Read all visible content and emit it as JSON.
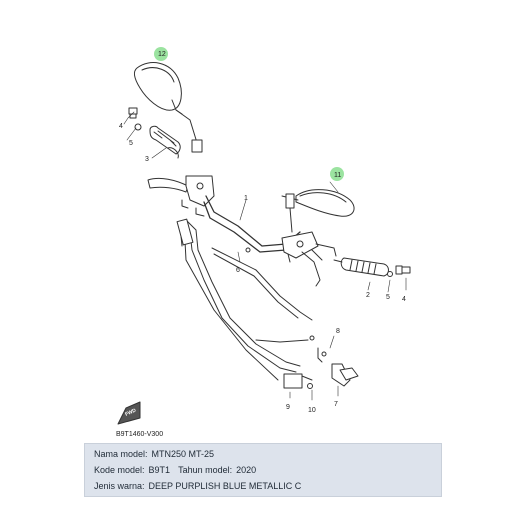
{
  "callouts": {
    "c12": "12",
    "c11": "11",
    "c1": "1",
    "c2": "2",
    "c3": "3",
    "c4a": "4",
    "c4b": "4",
    "c5a": "5",
    "c5b": "5",
    "c6": "6",
    "c7": "7",
    "c8": "8",
    "c9": "9",
    "c10": "10"
  },
  "fwd_label": "FWD",
  "catalog_number": "B9T1460-V300",
  "info": {
    "model_name_label": "Nama model:",
    "model_name_value": "MTN250 MT-25",
    "model_code_label": "Kode model:",
    "model_code_value": "B9T1",
    "year_label": "Tahun model:",
    "year_value": "2020",
    "color_label": "Jenis warna:",
    "color_value": "DEEP PURPLISH BLUE METALLIC C"
  },
  "colors": {
    "highlight": "#9be3a0",
    "panel": "#dde3ec",
    "line": "#333333"
  }
}
